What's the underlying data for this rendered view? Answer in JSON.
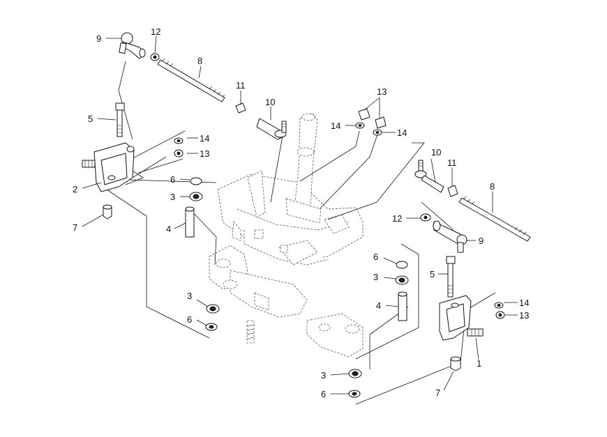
{
  "diagram": {
    "callouts": [
      {
        "id": "c9a",
        "label": "9"
      },
      {
        "id": "c12a",
        "label": "12"
      },
      {
        "id": "c8a",
        "label": "8"
      },
      {
        "id": "c11a",
        "label": "11"
      },
      {
        "id": "c10a",
        "label": "10"
      },
      {
        "id": "c5a",
        "label": "5"
      },
      {
        "id": "c14a",
        "label": "14"
      },
      {
        "id": "c13a",
        "label": "13"
      },
      {
        "id": "c2",
        "label": "2"
      },
      {
        "id": "c6a",
        "label": "6"
      },
      {
        "id": "c3a",
        "label": "3"
      },
      {
        "id": "c7a",
        "label": "7"
      },
      {
        "id": "c4a",
        "label": "4"
      },
      {
        "id": "c3b",
        "label": "3"
      },
      {
        "id": "c6b",
        "label": "6"
      },
      {
        "id": "c13b",
        "label": "13"
      },
      {
        "id": "c14b",
        "label": "14"
      },
      {
        "id": "c14c",
        "label": "14"
      },
      {
        "id": "c10b",
        "label": "10"
      },
      {
        "id": "c11b",
        "label": "11"
      },
      {
        "id": "c8b",
        "label": "8"
      },
      {
        "id": "c12b",
        "label": "12"
      },
      {
        "id": "c9b",
        "label": "9"
      },
      {
        "id": "c6c",
        "label": "6"
      },
      {
        "id": "c3c",
        "label": "3"
      },
      {
        "id": "c5b",
        "label": "5"
      },
      {
        "id": "c4b",
        "label": "4"
      },
      {
        "id": "c14d",
        "label": "14"
      },
      {
        "id": "c13c",
        "label": "13"
      },
      {
        "id": "c1",
        "label": "1"
      },
      {
        "id": "c7b",
        "label": "7"
      },
      {
        "id": "c3d",
        "label": "3"
      },
      {
        "id": "c6d",
        "label": "6"
      }
    ]
  }
}
